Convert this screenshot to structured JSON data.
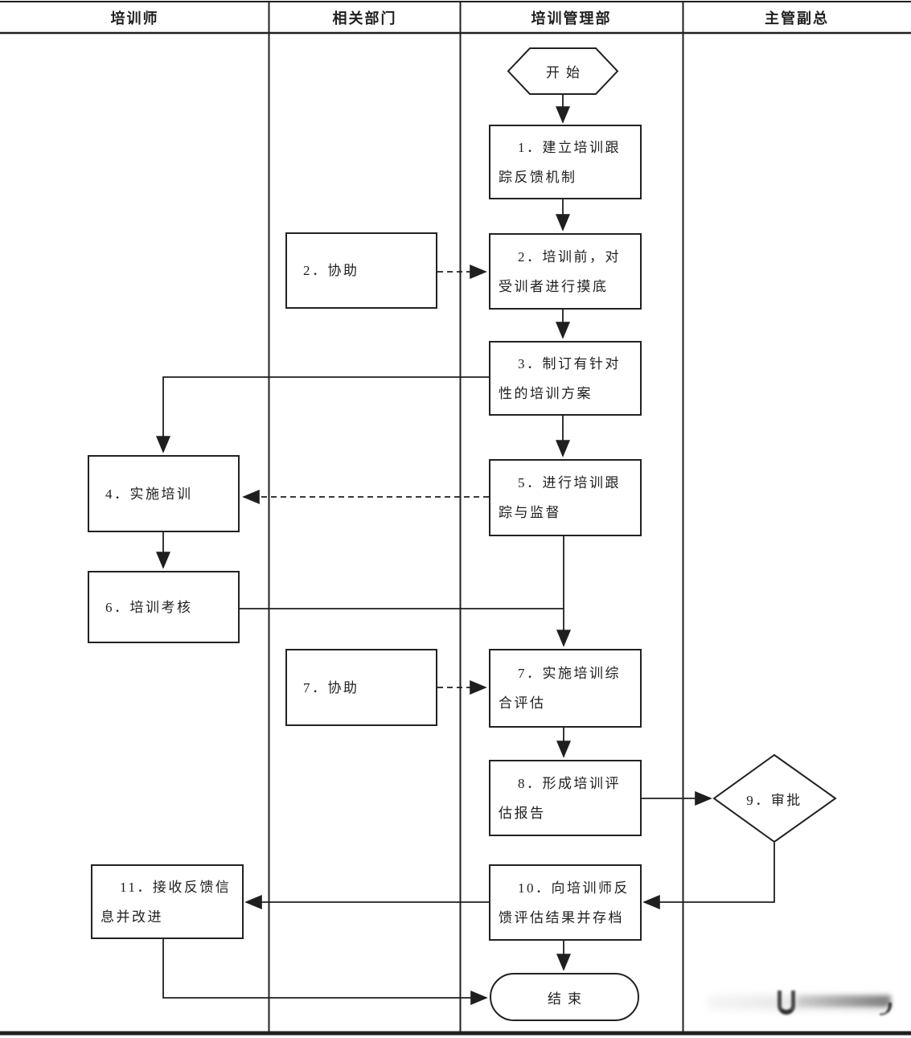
{
  "lanes": [
    {
      "label": "培训师"
    },
    {
      "label": "相关部门"
    },
    {
      "label": "培训管理部"
    },
    {
      "label": "主管副总"
    }
  ],
  "nodes": {
    "start": {
      "label": "开始"
    },
    "step1": {
      "label": "1．建立培训跟\n踪反馈机制"
    },
    "assist2": {
      "label": "2．协助"
    },
    "step2": {
      "label": "2．培训前，对\n受训者进行摸底"
    },
    "step3": {
      "label": "3．制订有针对\n性的培训方案"
    },
    "step4": {
      "label": "4．实施培训"
    },
    "step5": {
      "label": "5．进行培训跟\n踪与监督"
    },
    "step6": {
      "label": "6．培训考核"
    },
    "assist7": {
      "label": "7．协助"
    },
    "step7": {
      "label": "7．实施培训综\n合评估"
    },
    "decision9": {
      "label": "9．审批"
    },
    "step8": {
      "label": "8．形成培训评\n估报告"
    },
    "step10": {
      "label": "10．向培训师反\n馈评估结果并存档"
    },
    "step11": {
      "label": "11．接收反馈信\n息并改进"
    },
    "end": {
      "label": "结束"
    }
  },
  "colors": {
    "line": "#1f1f1f",
    "text": "#1f1f1f",
    "background": "#ffffff"
  }
}
